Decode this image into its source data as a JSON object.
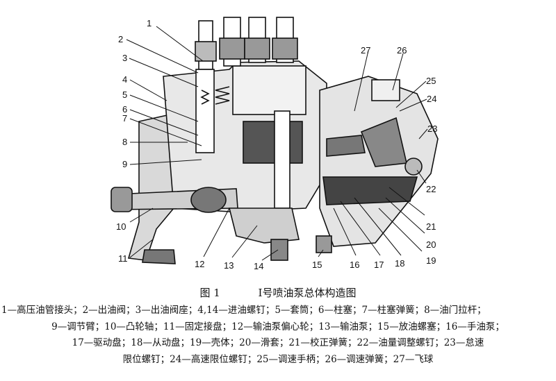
{
  "figure": {
    "caption_number": "图 1",
    "caption_title": "Ⅰ号喷油泵总体构造图"
  },
  "callouts": [
    "1",
    "2",
    "3",
    "4",
    "5",
    "6",
    "7",
    "8",
    "9",
    "10",
    "11",
    "12",
    "13",
    "14",
    "15",
    "16",
    "17",
    "18",
    "19",
    "20",
    "21",
    "22",
    "23",
    "24",
    "25",
    "26",
    "27"
  ],
  "legend_lines": [
    "1—高压油管接头；2—出油阀；3—出油阀座；4,14—进油螺钉；5—套筒；6—柱塞；7—柱塞弹簧；8—油门拉杆；",
    "9—调节臂；10—凸轮轴；11—固定接盘；12—输油泵偏心轮；13—输油泵；15—放油螺塞；16—手油泵；",
    "17—驱动盘；18—从动盘；19—壳体；20—滑套；21—校正弹簧；22—油量调整螺钉；23—怠速",
    "限位螺钉；24—高速限位螺钉；25—调速手柄；26—调速弹簧；27—飞球"
  ]
}
